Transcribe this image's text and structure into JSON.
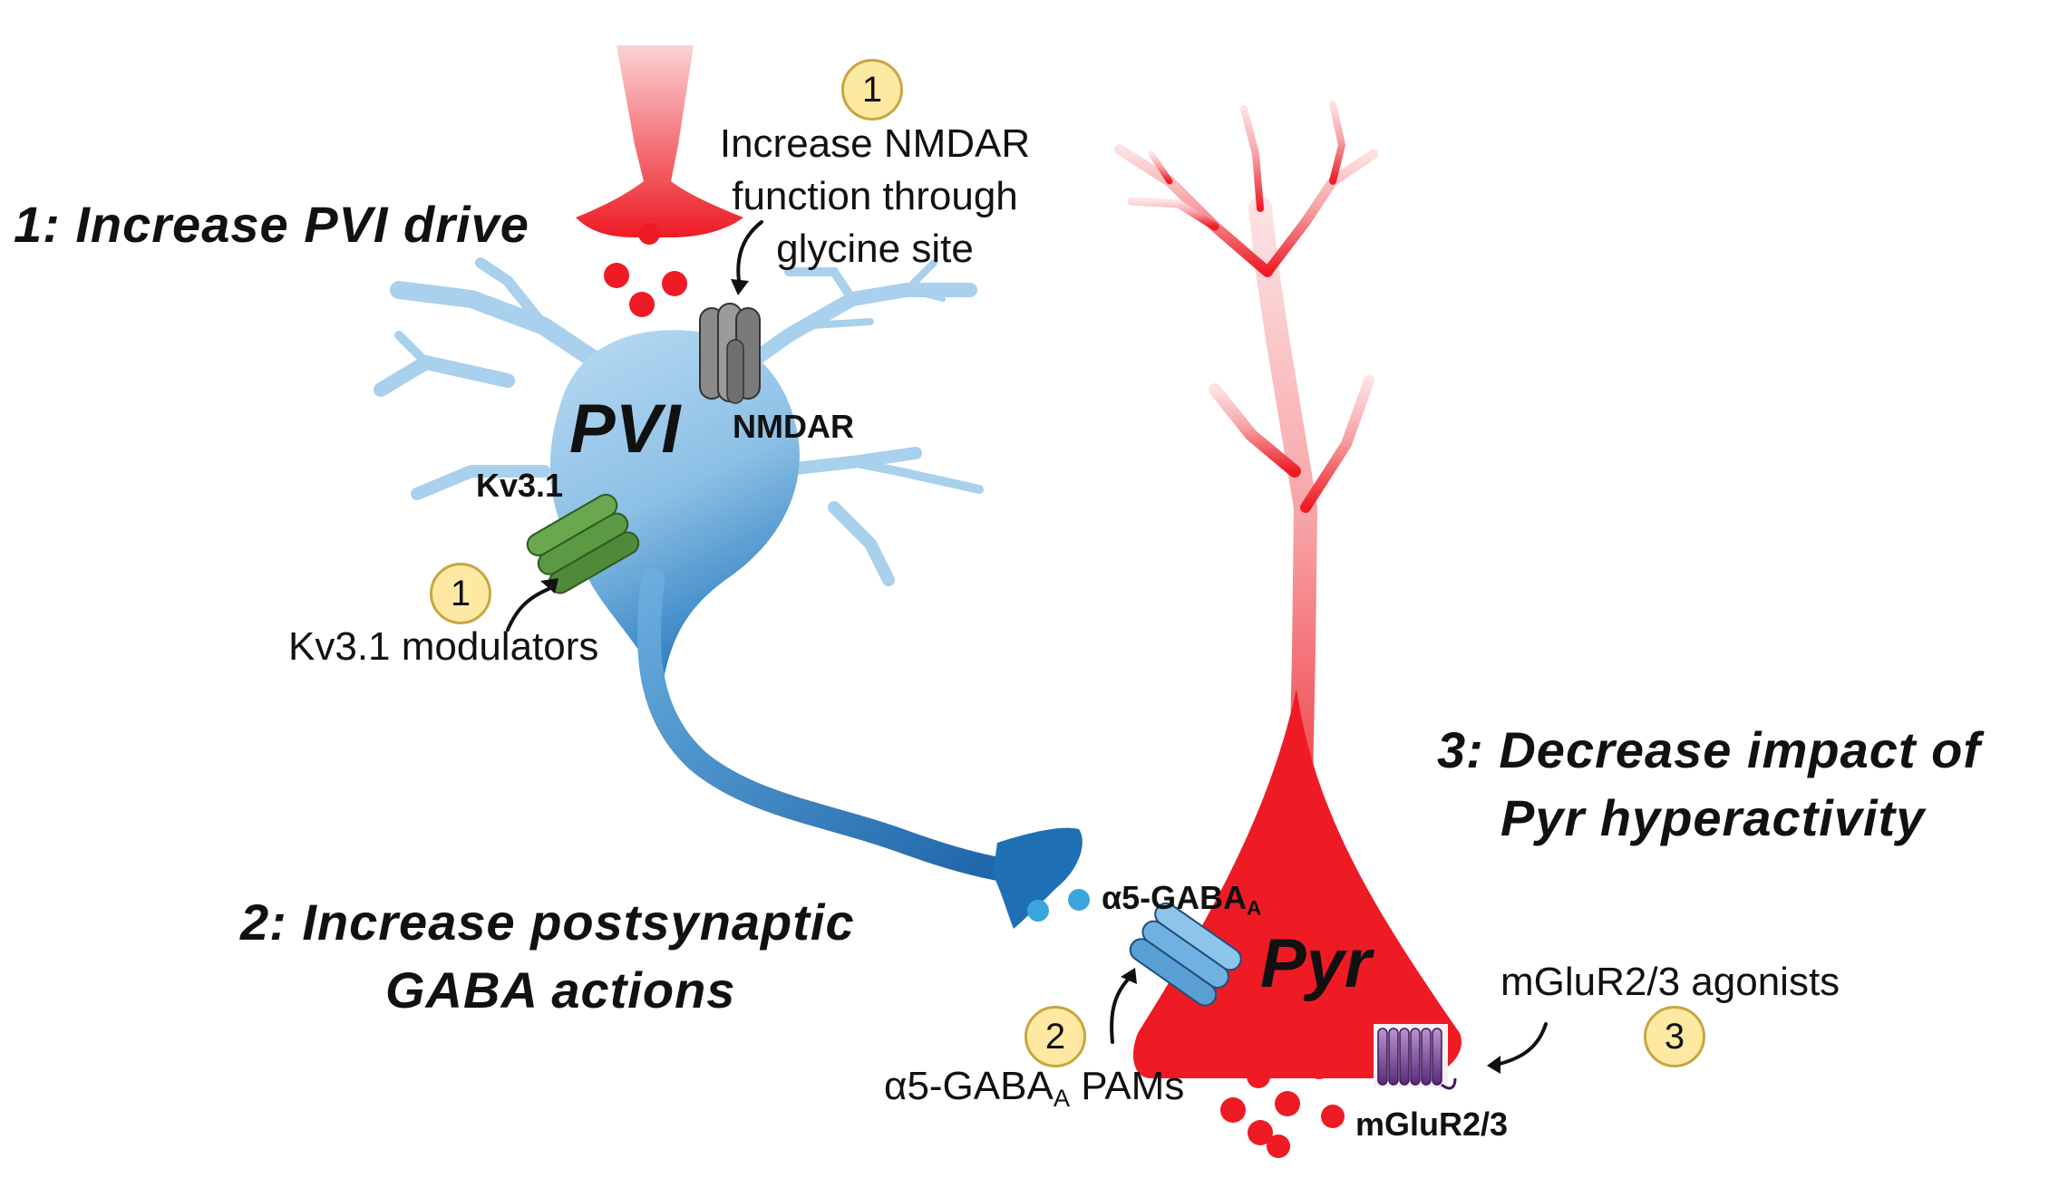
{
  "headings": {
    "pvi_drive": "1: Increase PVI drive",
    "postsynaptic_line1": "2: Increase postsynaptic",
    "postsynaptic_line2": "GABA actions",
    "pyr_line1": "3: Decrease impact of",
    "pyr_line2": "Pyr hyperactivity"
  },
  "cells": {
    "pvi": "PVI",
    "pyr": "Pyr"
  },
  "receptors": {
    "nmdar": "NMDAR",
    "kv31": "Kv3.1",
    "gaba_main": "α5-GABA",
    "gaba_sub": "A",
    "mglur": "mGluR2/3"
  },
  "interventions": {
    "nmdar_line1": "Increase NMDAR",
    "nmdar_line2": "function through",
    "nmdar_line3": "glycine site",
    "kv31": "Kv3.1 modulators",
    "pam_main": "α5-GABA",
    "pam_sub": "A",
    "pam_tail": " PAMs",
    "mglur": "mGluR2/3 agonists"
  },
  "badges": {
    "nmdar": "1",
    "kv31": "1",
    "pam": "2",
    "mglur": "3"
  },
  "colors": {
    "pvi_light": "#aed3ee",
    "pvi_dark": "#1f6fb5",
    "pyr": "#ee1b24",
    "pyr_light": "#f7a3a6",
    "nmdar": "#8a8a8a",
    "kv31": "#5e9b45",
    "gaba_receptor": "#5da6d9",
    "mglur": "#7a3c96",
    "badge_fill": "#fde9a2"
  },
  "icons": {
    "nmdar": "channel-icon",
    "kv31": "channel-icon",
    "gaba": "channel-icon",
    "mglur": "gpcr-icon",
    "arrow": "curved-arrow-icon"
  }
}
